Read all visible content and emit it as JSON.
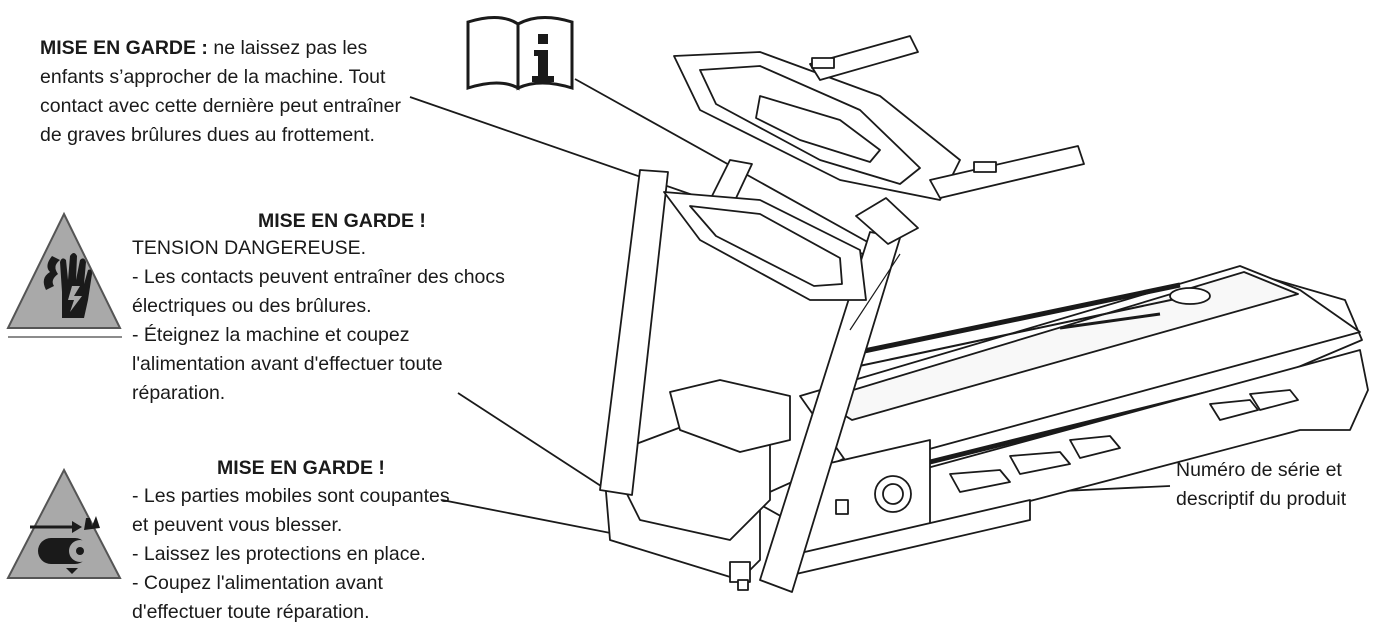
{
  "warning_friction": {
    "title": "MISE EN GARDE :",
    "text_line1": "ne laissez pas les",
    "text_line2": "enfants s’approcher de la machine. Tout",
    "text_line3": "contact avec cette dernière peut entraîner",
    "text_line4": "de graves brûlures dues au frottement."
  },
  "warning_electric": {
    "title": "MISE EN GARDE !",
    "lines": [
      "TENSION DANGEREUSE.",
      "- Les contacts peuvent entraîner des chocs",
      "électriques ou des brûlures.",
      "- Éteignez la machine et coupez",
      "l'alimentation avant d'effectuer toute",
      "réparation."
    ],
    "icon": "electric-shock-hand-warning-icon"
  },
  "warning_moving": {
    "title": "MISE EN GARDE !",
    "lines": [
      "- Les parties mobiles sont coupantes",
      "et peuvent vous blesser.",
      "- Laissez les protections en place.",
      "- Coupez l'alimentation avant",
      "d'effectuer toute réparation."
    ],
    "icon": "moving-roller-crush-warning-icon"
  },
  "serial_label": {
    "line1": "Numéro de série et",
    "line2": "descriptif du produit"
  },
  "manual_icon": "book-information-icon",
  "machine_illustration": "treadmill-line-drawing",
  "colors": {
    "triangle_fill": "#a9a9a9",
    "ink": "#1a1a1a"
  }
}
